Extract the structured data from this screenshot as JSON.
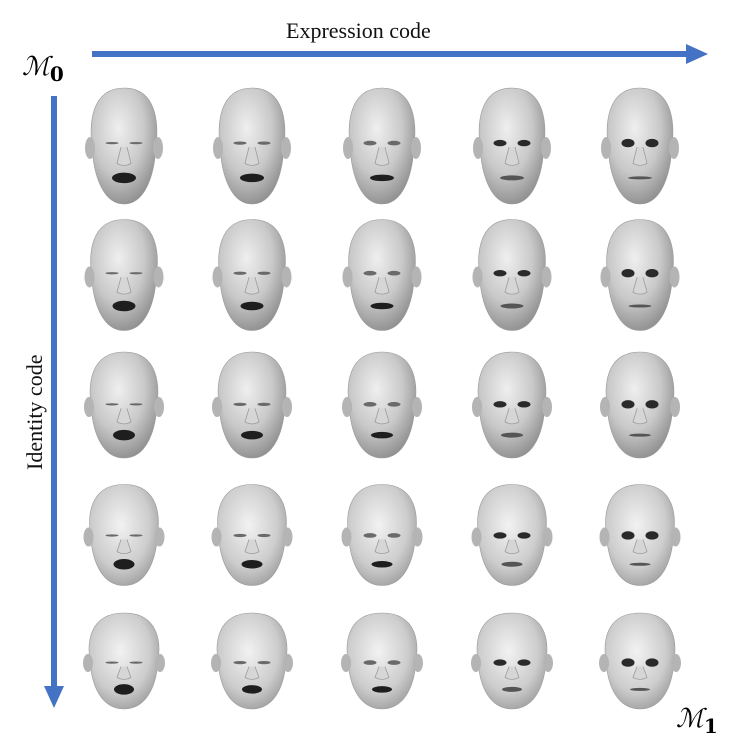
{
  "axes": {
    "horizontal": {
      "label": "Expression code",
      "color": "#4472C4"
    },
    "vertical": {
      "label": "Identity code",
      "color": "#4472C4"
    }
  },
  "corners": {
    "top_left": {
      "symbol": "ℳ",
      "subscript": "0"
    },
    "bottom_right": {
      "symbol": "ℳ",
      "subscript": "1"
    }
  },
  "grid": {
    "rows": 5,
    "cols": 5,
    "face_color": "#c9c9c9",
    "rows_data": [
      {
        "identity_level": 0,
        "faces": [
          {
            "expression_level": 0,
            "mouth_open": 0.85,
            "eyes_open": 0.1
          },
          {
            "expression_level": 1,
            "mouth_open": 0.65,
            "eyes_open": 0.25
          },
          {
            "expression_level": 2,
            "mouth_open": 0.45,
            "eyes_open": 0.45
          },
          {
            "expression_level": 3,
            "mouth_open": 0.3,
            "eyes_open": 0.7
          },
          {
            "expression_level": 4,
            "mouth_open": 0.1,
            "eyes_open": 1.0
          }
        ]
      },
      {
        "identity_level": 1,
        "faces": [
          {
            "expression_level": 0,
            "mouth_open": 0.85,
            "eyes_open": 0.1
          },
          {
            "expression_level": 1,
            "mouth_open": 0.65,
            "eyes_open": 0.25
          },
          {
            "expression_level": 2,
            "mouth_open": 0.45,
            "eyes_open": 0.45
          },
          {
            "expression_level": 3,
            "mouth_open": 0.3,
            "eyes_open": 0.7
          },
          {
            "expression_level": 4,
            "mouth_open": 0.1,
            "eyes_open": 1.0
          }
        ]
      },
      {
        "identity_level": 2,
        "faces": [
          {
            "expression_level": 0,
            "mouth_open": 0.85,
            "eyes_open": 0.1
          },
          {
            "expression_level": 1,
            "mouth_open": 0.65,
            "eyes_open": 0.25
          },
          {
            "expression_level": 2,
            "mouth_open": 0.45,
            "eyes_open": 0.45
          },
          {
            "expression_level": 3,
            "mouth_open": 0.3,
            "eyes_open": 0.7
          },
          {
            "expression_level": 4,
            "mouth_open": 0.1,
            "eyes_open": 1.0
          }
        ]
      },
      {
        "identity_level": 3,
        "faces": [
          {
            "expression_level": 0,
            "mouth_open": 0.85,
            "eyes_open": 0.1
          },
          {
            "expression_level": 1,
            "mouth_open": 0.65,
            "eyes_open": 0.25
          },
          {
            "expression_level": 2,
            "mouth_open": 0.45,
            "eyes_open": 0.45
          },
          {
            "expression_level": 3,
            "mouth_open": 0.3,
            "eyes_open": 0.7
          },
          {
            "expression_level": 4,
            "mouth_open": 0.1,
            "eyes_open": 1.0
          }
        ]
      },
      {
        "identity_level": 4,
        "faces": [
          {
            "expression_level": 0,
            "mouth_open": 0.85,
            "eyes_open": 0.1
          },
          {
            "expression_level": 1,
            "mouth_open": 0.65,
            "eyes_open": 0.25
          },
          {
            "expression_level": 2,
            "mouth_open": 0.45,
            "eyes_open": 0.45
          },
          {
            "expression_level": 3,
            "mouth_open": 0.3,
            "eyes_open": 0.7
          },
          {
            "expression_level": 4,
            "mouth_open": 0.1,
            "eyes_open": 1.0
          }
        ]
      }
    ]
  }
}
